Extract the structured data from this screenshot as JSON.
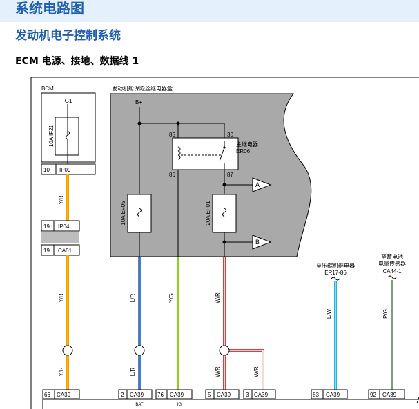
{
  "header": {
    "section_title": "系统电路图",
    "subsection_title": "发动机电子控制系统",
    "diagram_title": "ECM 电源、接地、数据线 1"
  },
  "diagram": {
    "bcm_label": "BCM",
    "ig1_label": "IG1",
    "bcm_fuse_label": "10A IF21",
    "fusebox_label": "发动机舱保险丝继电器盒",
    "b_plus": "B+",
    "relay": {
      "name": "主继电器",
      "code": "ER06",
      "pin85": "85",
      "pin86": "86",
      "pin30": "30",
      "pin87": "87"
    },
    "fuse_ef05": "10A  EF05",
    "fuse_ef01": "20A  EF01",
    "arrow_a": "A",
    "arrow_b": "B",
    "connectors": {
      "ip09": {
        "pin": "10",
        "name": "IP09"
      },
      "ip04": {
        "pin": "19",
        "name": "IP04"
      },
      "ca01": {
        "pin": "19",
        "name": "CA01"
      }
    },
    "wires": {
      "yr": "Y/R",
      "lr": "L/R",
      "yg": "Y/G",
      "wr": "W/R",
      "lw": "L/W",
      "pg": "P/G"
    },
    "ext_compressor": {
      "line1": "至压缩机继电器",
      "line2": "ER17-86"
    },
    "ext_battery": {
      "line1": "至蓄电池",
      "line2": "电量传感器",
      "line3": "CA44-1"
    },
    "bottom_connectors": [
      {
        "pin": "66",
        "name": "CA39",
        "note": ""
      },
      {
        "pin": "2",
        "name": "CA39",
        "note": "BAT"
      },
      {
        "pin": "76",
        "name": "CA39",
        "note": "IG"
      },
      {
        "pin": "5",
        "name": "CA39",
        "note": ""
      },
      {
        "pin": "3",
        "name": "CA39",
        "note": ""
      },
      {
        "pin": "83",
        "name": "CA39",
        "note": ""
      },
      {
        "pin": "92",
        "name": "CA39",
        "note": ""
      }
    ]
  }
}
